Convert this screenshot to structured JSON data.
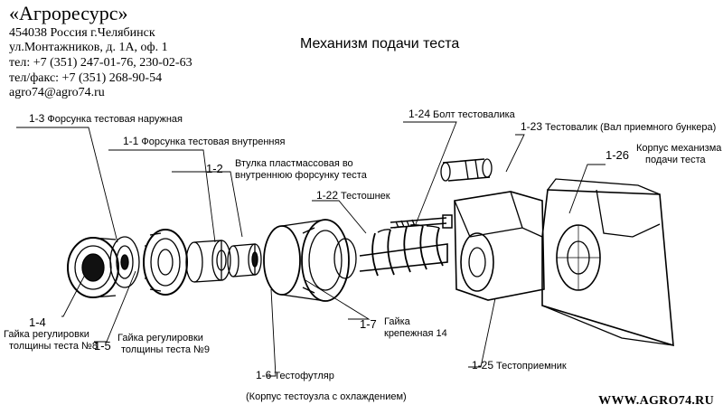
{
  "header": {
    "company": "«Агроресурс»",
    "address_line1": "454038 Россия г.Челябинск",
    "address_line2": "ул.Монтажников, д. 1А, оф. 1",
    "phone": "тел: +7 (351) 247-01-76, 230-02-63",
    "fax": "тел/факс: +7 (351) 268-90-54",
    "email": "agro74@agro74.ru"
  },
  "title": "Механизм подачи теста",
  "parts": {
    "p1_3": {
      "num": "1-3",
      "name": "Форсунка тестовая наружная"
    },
    "p1_1": {
      "num": "1-1",
      "name": "Форсунка тестовая внутренняя"
    },
    "p1_2": {
      "num": "1-2",
      "name_line1": "Втулка пластмассовая во",
      "name_line2": "внутреннюю форсунку теста"
    },
    "p1_22": {
      "num": "1-22",
      "name": "Тестошнек"
    },
    "p1_24": {
      "num": "1-24",
      "name": "Болт тестовалика"
    },
    "p1_23": {
      "num": "1-23",
      "name": "Тестовалик (Вал приемного бункера)"
    },
    "p1_26": {
      "num": "1-26",
      "name_line1": "Корпус механизма",
      "name_line2": "подачи теста"
    },
    "p1_4": {
      "num": "1-4",
      "name_line1": "Гайка регулировки",
      "name_line2": "толщины теста №8"
    },
    "p1_5": {
      "num": "1-5",
      "name_line1": "Гайка регулировки",
      "name_line2": "толщины теста №9"
    },
    "p1_7": {
      "num": "1-7",
      "name_line1": "Гайка",
      "name_line2": "крепежная 14"
    },
    "p1_6": {
      "num": "1-6",
      "name": "Тестофутляр",
      "note": "(Корпус тестоузла с охлаждением)"
    },
    "p1_25": {
      "num": "1-25",
      "name": "Тестоприемник"
    }
  },
  "website": "WWW.AGRO74.RU"
}
